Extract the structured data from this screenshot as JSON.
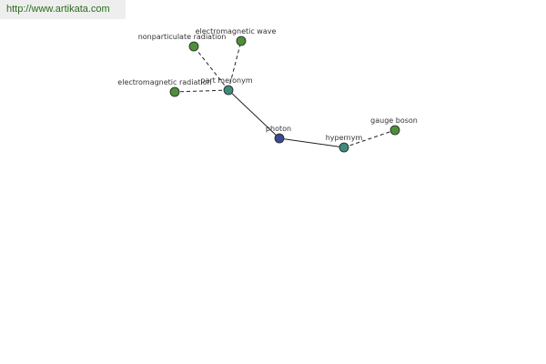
{
  "site": {
    "url": "http://www.artikata.com"
  },
  "graph": {
    "nodes": {
      "photon": {
        "label": "photon",
        "role": "center",
        "color": "#3a4a8f"
      },
      "part_meronym": {
        "label": "part meronym",
        "role": "relation",
        "color": "#3f8a7a"
      },
      "hypernym": {
        "label": "hypernym",
        "role": "relation",
        "color": "#3f8a7a"
      },
      "electromagnetic_radiation": {
        "label": "electromagnetic radiation",
        "role": "term",
        "color": "#4e8f3c"
      },
      "nonparticulate_radiation": {
        "label": "nonparticulate radiation",
        "role": "term",
        "color": "#4e8f3c"
      },
      "electromagnetic_wave": {
        "label": "electromagnetic wave",
        "role": "term",
        "color": "#4e8f3c"
      },
      "gauge_boson": {
        "label": "gauge boson",
        "role": "term",
        "color": "#4e8f3c"
      }
    },
    "edges": [
      {
        "from": "photon",
        "to": "part_meronym",
        "style": "solid"
      },
      {
        "from": "photon",
        "to": "hypernym",
        "style": "solid"
      },
      {
        "from": "part_meronym",
        "to": "electromagnetic_radiation",
        "style": "dashed"
      },
      {
        "from": "part_meronym",
        "to": "nonparticulate_radiation",
        "style": "dashed"
      },
      {
        "from": "part_meronym",
        "to": "electromagnetic_wave",
        "style": "dashed"
      },
      {
        "from": "hypernym",
        "to": "gauge_boson",
        "style": "dashed"
      }
    ],
    "colors": {
      "edge": "#222222",
      "node_stroke": "#222222"
    }
  }
}
